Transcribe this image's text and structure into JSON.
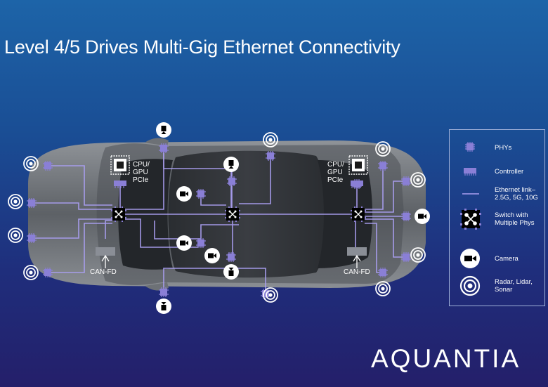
{
  "title": "Level 4/5 Drives Multi-Gig Ethernet Connectivity",
  "labels": {
    "cpu_left": [
      "CPU/",
      "GPU",
      "PCIe"
    ],
    "cpu_right": [
      "CPU/",
      "GPU",
      "PCIe"
    ],
    "can_left": "CAN-FD",
    "can_right": "CAN-FD"
  },
  "legend": [
    {
      "icon": "phy-chip-icon",
      "text": [
        "PHYs"
      ]
    },
    {
      "icon": "controller-icon",
      "text": [
        "Controller"
      ]
    },
    {
      "icon": "ethernet-link-icon",
      "text": [
        "Ethernet link–",
        "2.5G, 5G, 10G"
      ]
    },
    {
      "icon": "switch-icon",
      "text": [
        "Switch with",
        "Multiple Phys"
      ]
    },
    {
      "icon": "camera-icon",
      "text": [
        "Camera"
      ]
    },
    {
      "icon": "radar-icon",
      "text": [
        "Radar, Lidar,",
        "Sonar"
      ]
    }
  ],
  "brand": "AQUANTIA",
  "colors": {
    "phy": "#8a7fd6",
    "link": "#a99ef0",
    "background_top": "#1d64a8",
    "background_bottom": "#241f6a"
  }
}
